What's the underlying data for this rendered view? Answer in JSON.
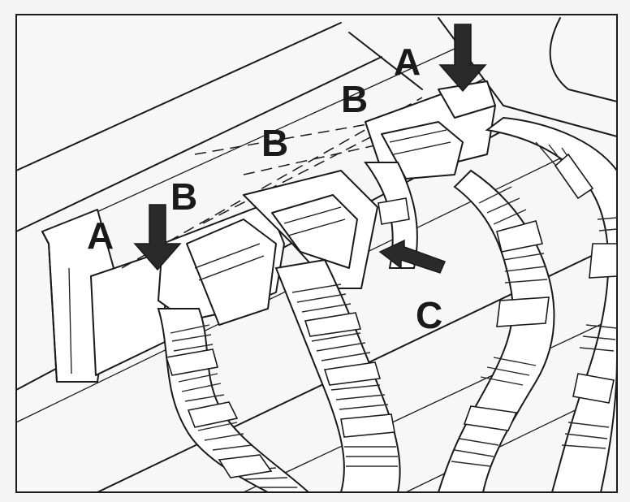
{
  "figure": {
    "labels": {
      "a_left": "A",
      "a_right": "A",
      "b_1": "B",
      "b_2": "B",
      "b_3": "B",
      "c": "C"
    },
    "colors": {
      "background": "#f4f4f4",
      "ink": "#1a1a1a",
      "arrow": "#2a2a2a"
    },
    "icons": {
      "press_arrow": "down-arrow-icon",
      "slide_arrow": "left-arrow-icon"
    }
  }
}
